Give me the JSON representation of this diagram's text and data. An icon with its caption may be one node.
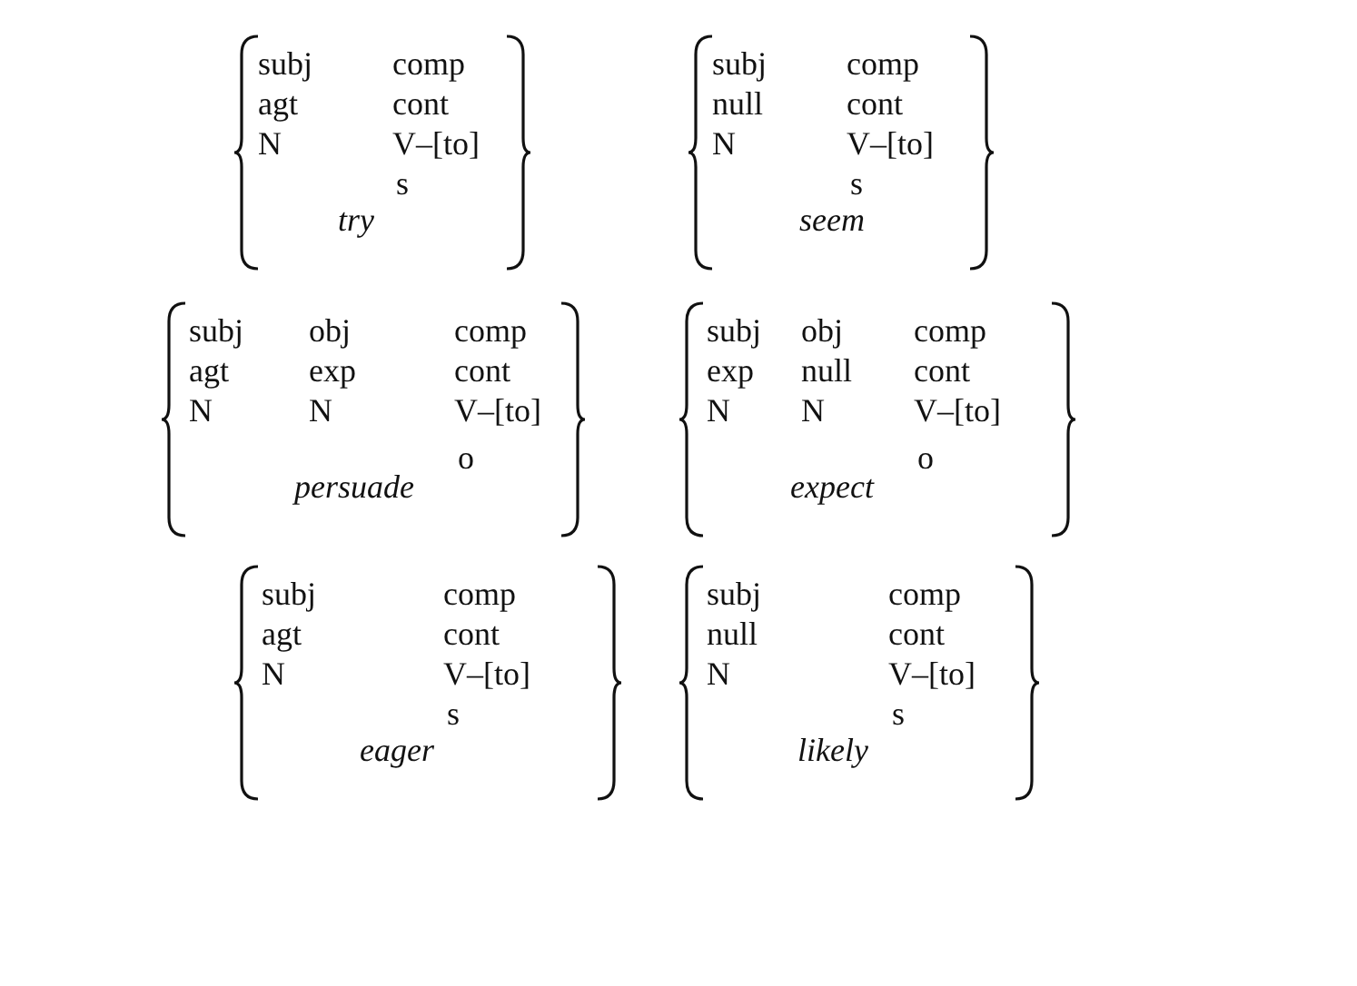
{
  "diagram": {
    "nodes": [
      {
        "text": [
          "subj",
          "comp",
          "agt",
          "cont",
          "N",
          "V–[to]",
          "s",
          "try"
        ]
      },
      {
        "text": [
          "subj",
          "comp",
          "null",
          "cont",
          "N",
          "V–[to]",
          "s",
          "seem"
        ]
      },
      {
        "text": [
          "subj",
          "obj",
          "comp",
          "agt",
          "exp",
          "cont",
          "N",
          "N",
          "V–[to]",
          "o",
          "persuade"
        ]
      },
      {
        "text": [
          "subj",
          "obj",
          "comp",
          "exp",
          "null",
          "cont",
          "N",
          "N",
          "V–[to]",
          "o",
          "expect"
        ]
      },
      {
        "text": [
          "subj",
          "comp",
          "agt",
          "cont",
          "N",
          "V–[to]",
          "s",
          "eager"
        ]
      },
      {
        "text": [
          "subj",
          "comp",
          "null",
          "cont",
          "N",
          "V–[to]",
          "s",
          "likely"
        ]
      }
    ]
  }
}
